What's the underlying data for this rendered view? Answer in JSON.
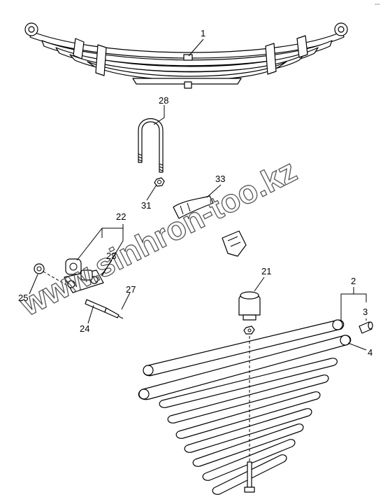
{
  "corner_mark": "ᵃᵖᵖᵃ",
  "watermark": "www.sinhron-too.kz",
  "callouts": {
    "c1": "1",
    "c2": "2",
    "c3": "3",
    "c4": "4",
    "c21": "21",
    "c22": "22",
    "c23": "23",
    "c24": "24",
    "c25": "25",
    "c27": "27",
    "c28": "28",
    "c31": "31",
    "c33": "33"
  }
}
